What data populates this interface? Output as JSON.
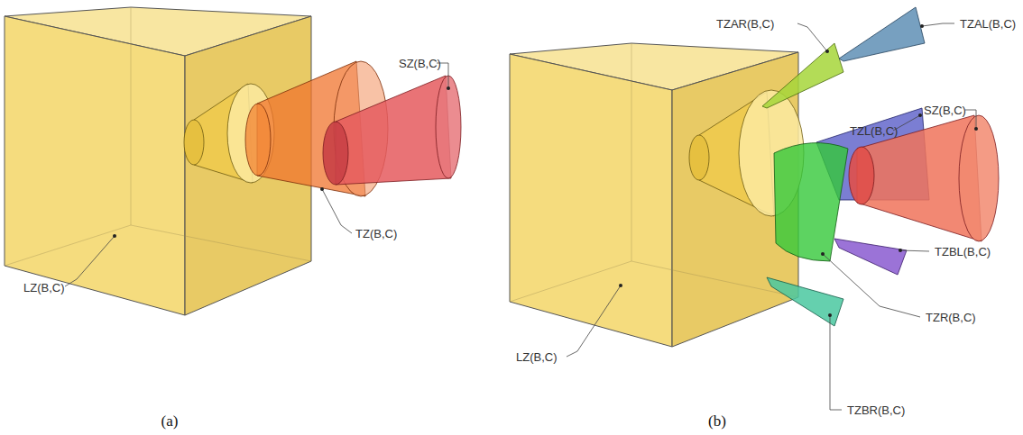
{
  "diagram": {
    "labels": [
      "SZ(B,C)",
      "TZ(B,C)",
      "LZ(B,C)",
      "TZAR(B,C)",
      "TZAL(B,C)",
      "TZL(B,C)",
      "SZ(B,C)",
      "TZBL(B,C)",
      "TZR(B,C)",
      "LZ(B,C)",
      "TZBR(B,C)",
      "(a)",
      "(b)"
    ]
  }
}
